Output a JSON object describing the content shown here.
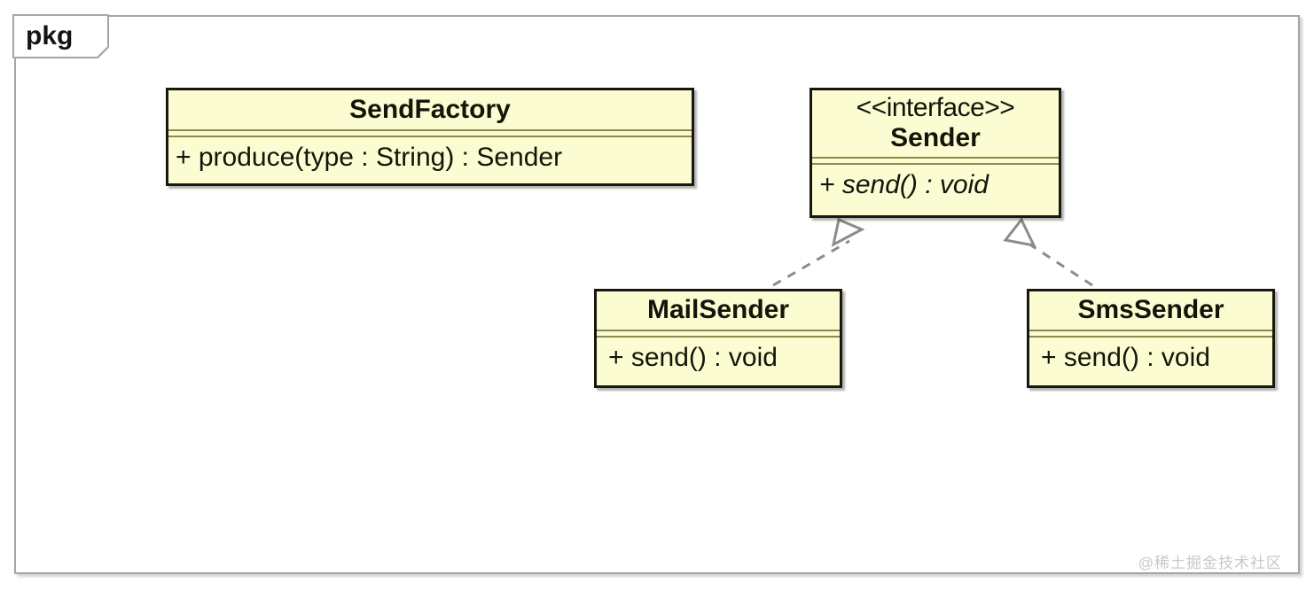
{
  "diagram": {
    "type": "uml-class-diagram",
    "package": {
      "label": "pkg"
    },
    "colors": {
      "class_fill": "#fcfcd2",
      "class_border": "#18180c",
      "compartment_rule": "#8a8a4e",
      "frame_border": "#a6a6a6",
      "connector": "#8c8c8c",
      "text": "#14140a",
      "watermark": "#c8c8c8"
    },
    "classes": [
      {
        "id": "sendfactory",
        "stereotype": "",
        "name": "SendFactory",
        "members": [
          "+ produce(type : String) : Sender"
        ],
        "abstract": false
      },
      {
        "id": "sender",
        "stereotype": "<<interface>>",
        "name": "Sender",
        "members": [
          "+ send() : void"
        ],
        "abstract": true
      },
      {
        "id": "mailsender",
        "stereotype": "",
        "name": "MailSender",
        "members": [
          "+ send() : void"
        ],
        "abstract": false
      },
      {
        "id": "smssender",
        "stereotype": "",
        "name": "SmsSender",
        "members": [
          "+ send() : void"
        ],
        "abstract": false
      }
    ],
    "relationships": [
      {
        "id": "mailsender-realizes-sender",
        "kind": "realization",
        "from": "MailSender",
        "to": "Sender",
        "line_style": "dashed",
        "arrowhead": "hollow-triangle"
      },
      {
        "id": "smssender-realizes-sender",
        "kind": "realization",
        "from": "SmsSender",
        "to": "Sender",
        "line_style": "dashed",
        "arrowhead": "hollow-triangle"
      }
    ]
  },
  "watermark": {
    "text": "@稀土掘金技术社区"
  }
}
